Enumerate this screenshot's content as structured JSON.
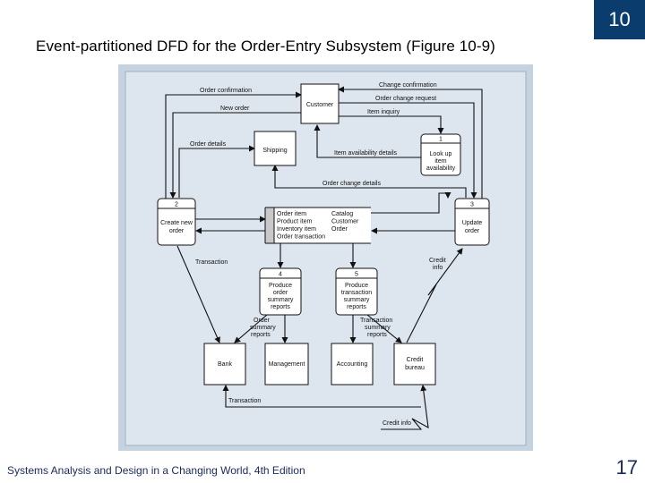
{
  "slide": {
    "chapter": "10",
    "title": "Event-partitioned DFD for the Order-Entry Subsystem (Figure 10-9)",
    "footer": "Systems Analysis and Design in a Changing World, 4th Edition",
    "page_number": "17"
  },
  "diagram": {
    "entities": {
      "customer": "Customer",
      "shipping": "Shipping",
      "bank": "Bank",
      "management": "Management",
      "accounting": "Accounting",
      "credit_bureau": [
        "Credit",
        "bureau"
      ]
    },
    "processes": {
      "p1": {
        "number": "1",
        "lines": [
          "Look up",
          "item",
          "availability"
        ]
      },
      "p2": {
        "number": "2",
        "lines": [
          "Create new",
          "order"
        ]
      },
      "p3": {
        "number": "3",
        "lines": [
          "Update",
          "order"
        ]
      },
      "p4": {
        "number": "4",
        "lines": [
          "Produce",
          "order",
          "summary",
          "reports"
        ]
      },
      "p5": {
        "number": "5",
        "lines": [
          "Produce",
          "transaction",
          "summary",
          "reports"
        ]
      }
    },
    "data_stores": {
      "left": [
        "Order item",
        "Product item",
        "Inventory item",
        "Order transaction"
      ],
      "right": [
        "Catalog",
        "Customer",
        "Order"
      ]
    },
    "flows": {
      "order_confirmation": "Order confirmation",
      "new_order": "New order",
      "change_confirmation": "Change confirmation",
      "order_change_request": "Order change request",
      "item_inquiry": "Item inquiry",
      "order_details": "Order details",
      "item_availability_details": "Item availability details",
      "order_change_details": "Order change details",
      "transaction_left": "Transaction",
      "credit_info_right": [
        "Credit",
        "info"
      ],
      "order_summary_reports": [
        "Order",
        "summary",
        "reports"
      ],
      "transaction_summary_reports": [
        "Transaction",
        "summary",
        "reports"
      ],
      "transaction_bottom": "Transaction",
      "credit_info_bottom": "Credit info"
    }
  }
}
